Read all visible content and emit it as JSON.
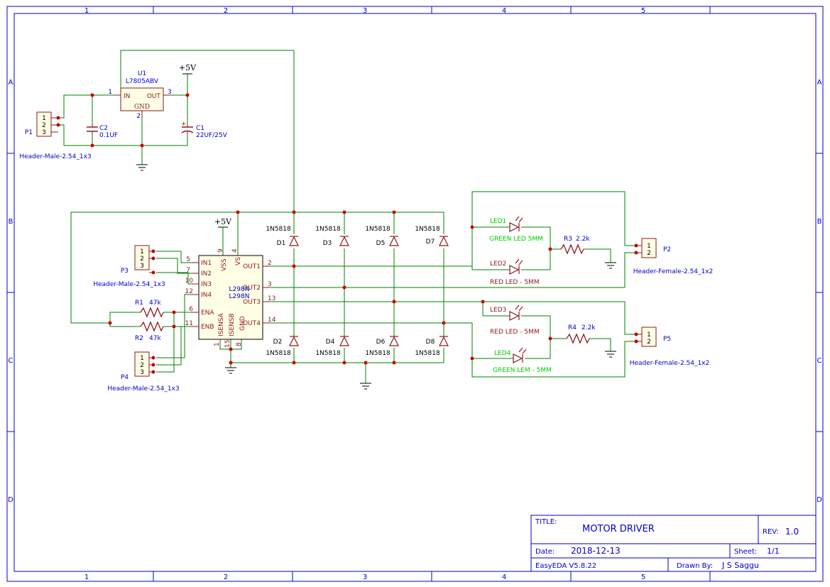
{
  "frame": {
    "columns": [
      "1",
      "2",
      "3",
      "4",
      "5"
    ],
    "rows": [
      "A",
      "B",
      "C",
      "D"
    ]
  },
  "colors": {
    "wire": "#008000",
    "frame": "#0000cc",
    "part": "#8b1a1a",
    "junction": "#cc0000",
    "note": "#00cc00"
  },
  "power": {
    "u1_vcc": "+5V",
    "l298_vcc": "+5V"
  },
  "u1": {
    "ref": "U1",
    "value": "L7805ABV",
    "pin_in": "IN",
    "pin_out": "OUT",
    "pin_gnd": "GND",
    "pin1": "1",
    "pin2": "2",
    "pin3": "3"
  },
  "c1": {
    "ref": "C1",
    "value": "22UF/25V",
    "plus": "+"
  },
  "c2": {
    "ref": "C2",
    "value": "0.1UF"
  },
  "p1": {
    "ref": "P1",
    "footprint": "Header-Male-2.54_1x3",
    "pins": [
      "1",
      "2",
      "3"
    ]
  },
  "p3": {
    "ref": "P3",
    "footprint": "Header-Male-2.54_1x3",
    "pins": [
      "1",
      "2",
      "3"
    ]
  },
  "p4": {
    "ref": "P4",
    "footprint": "Header-Male-2.54_1x3",
    "pins": [
      "1",
      "2",
      "3"
    ]
  },
  "p2": {
    "ref": "P2",
    "footprint": "Header-Female-2.54_1x2",
    "pins": [
      "1",
      "2"
    ]
  },
  "p5": {
    "ref": "P5",
    "footprint": "Header-Female-2.54_1x2",
    "pins": [
      "1",
      "2"
    ]
  },
  "r1": {
    "ref": "R1",
    "value": "47k"
  },
  "r2": {
    "ref": "R2",
    "value": "47k"
  },
  "r3": {
    "ref": "R3",
    "value": "2.2k"
  },
  "r4": {
    "ref": "R4",
    "value": "2.2k"
  },
  "l298": {
    "ref": "L298N",
    "value": "L298N",
    "pins_left": [
      "IN1",
      "IN2",
      "IN3",
      "IN4",
      "ENA",
      "ENB"
    ],
    "nums_left": [
      "5",
      "7",
      "10",
      "12",
      "6",
      "11"
    ],
    "pins_right": [
      "OUT1",
      "OUT2",
      "OUT3",
      "OUT4"
    ],
    "nums_right": [
      "2",
      "3",
      "13",
      "14"
    ],
    "pins_top": [
      "VSS",
      "VS"
    ],
    "nums_top": [
      "9",
      "4"
    ],
    "pins_bottom": [
      "ISENSA",
      "ISENSB",
      "GND"
    ],
    "nums_bottom": [
      "1",
      "15",
      "8"
    ]
  },
  "diodes_top": [
    {
      "ref": "D1",
      "value": "1N5818"
    },
    {
      "ref": "D3",
      "value": "1N5818"
    },
    {
      "ref": "D5",
      "value": "1N5818"
    },
    {
      "ref": "D7",
      "value": "1N5818"
    }
  ],
  "diodes_bottom": [
    {
      "ref": "D2",
      "value": "1N5818"
    },
    {
      "ref": "D4",
      "value": "1N5818"
    },
    {
      "ref": "D6",
      "value": "1N5818"
    },
    {
      "ref": "D8",
      "value": "1N5818"
    }
  ],
  "leds": [
    {
      "ref": "LED1",
      "value": "GREEN LED 5MM"
    },
    {
      "ref": "LED2",
      "value": "RED LED - 5MM"
    },
    {
      "ref": "LED3",
      "value": "RED LED - 5MM"
    },
    {
      "ref": "LED4",
      "value": "GREEN LEM - 5MM"
    }
  ],
  "title_block": {
    "title_label": "TITLE:",
    "title": "MOTOR DRIVER",
    "rev_label": "REV:",
    "rev": "1.0",
    "date_label": "Date:",
    "date": "2018-12-13",
    "sheet_label": "Sheet:",
    "sheet": "1/1",
    "tool": "EasyEDA V5.8.22",
    "drawn_label": "Drawn By:",
    "drawn": "J S Saggu"
  }
}
